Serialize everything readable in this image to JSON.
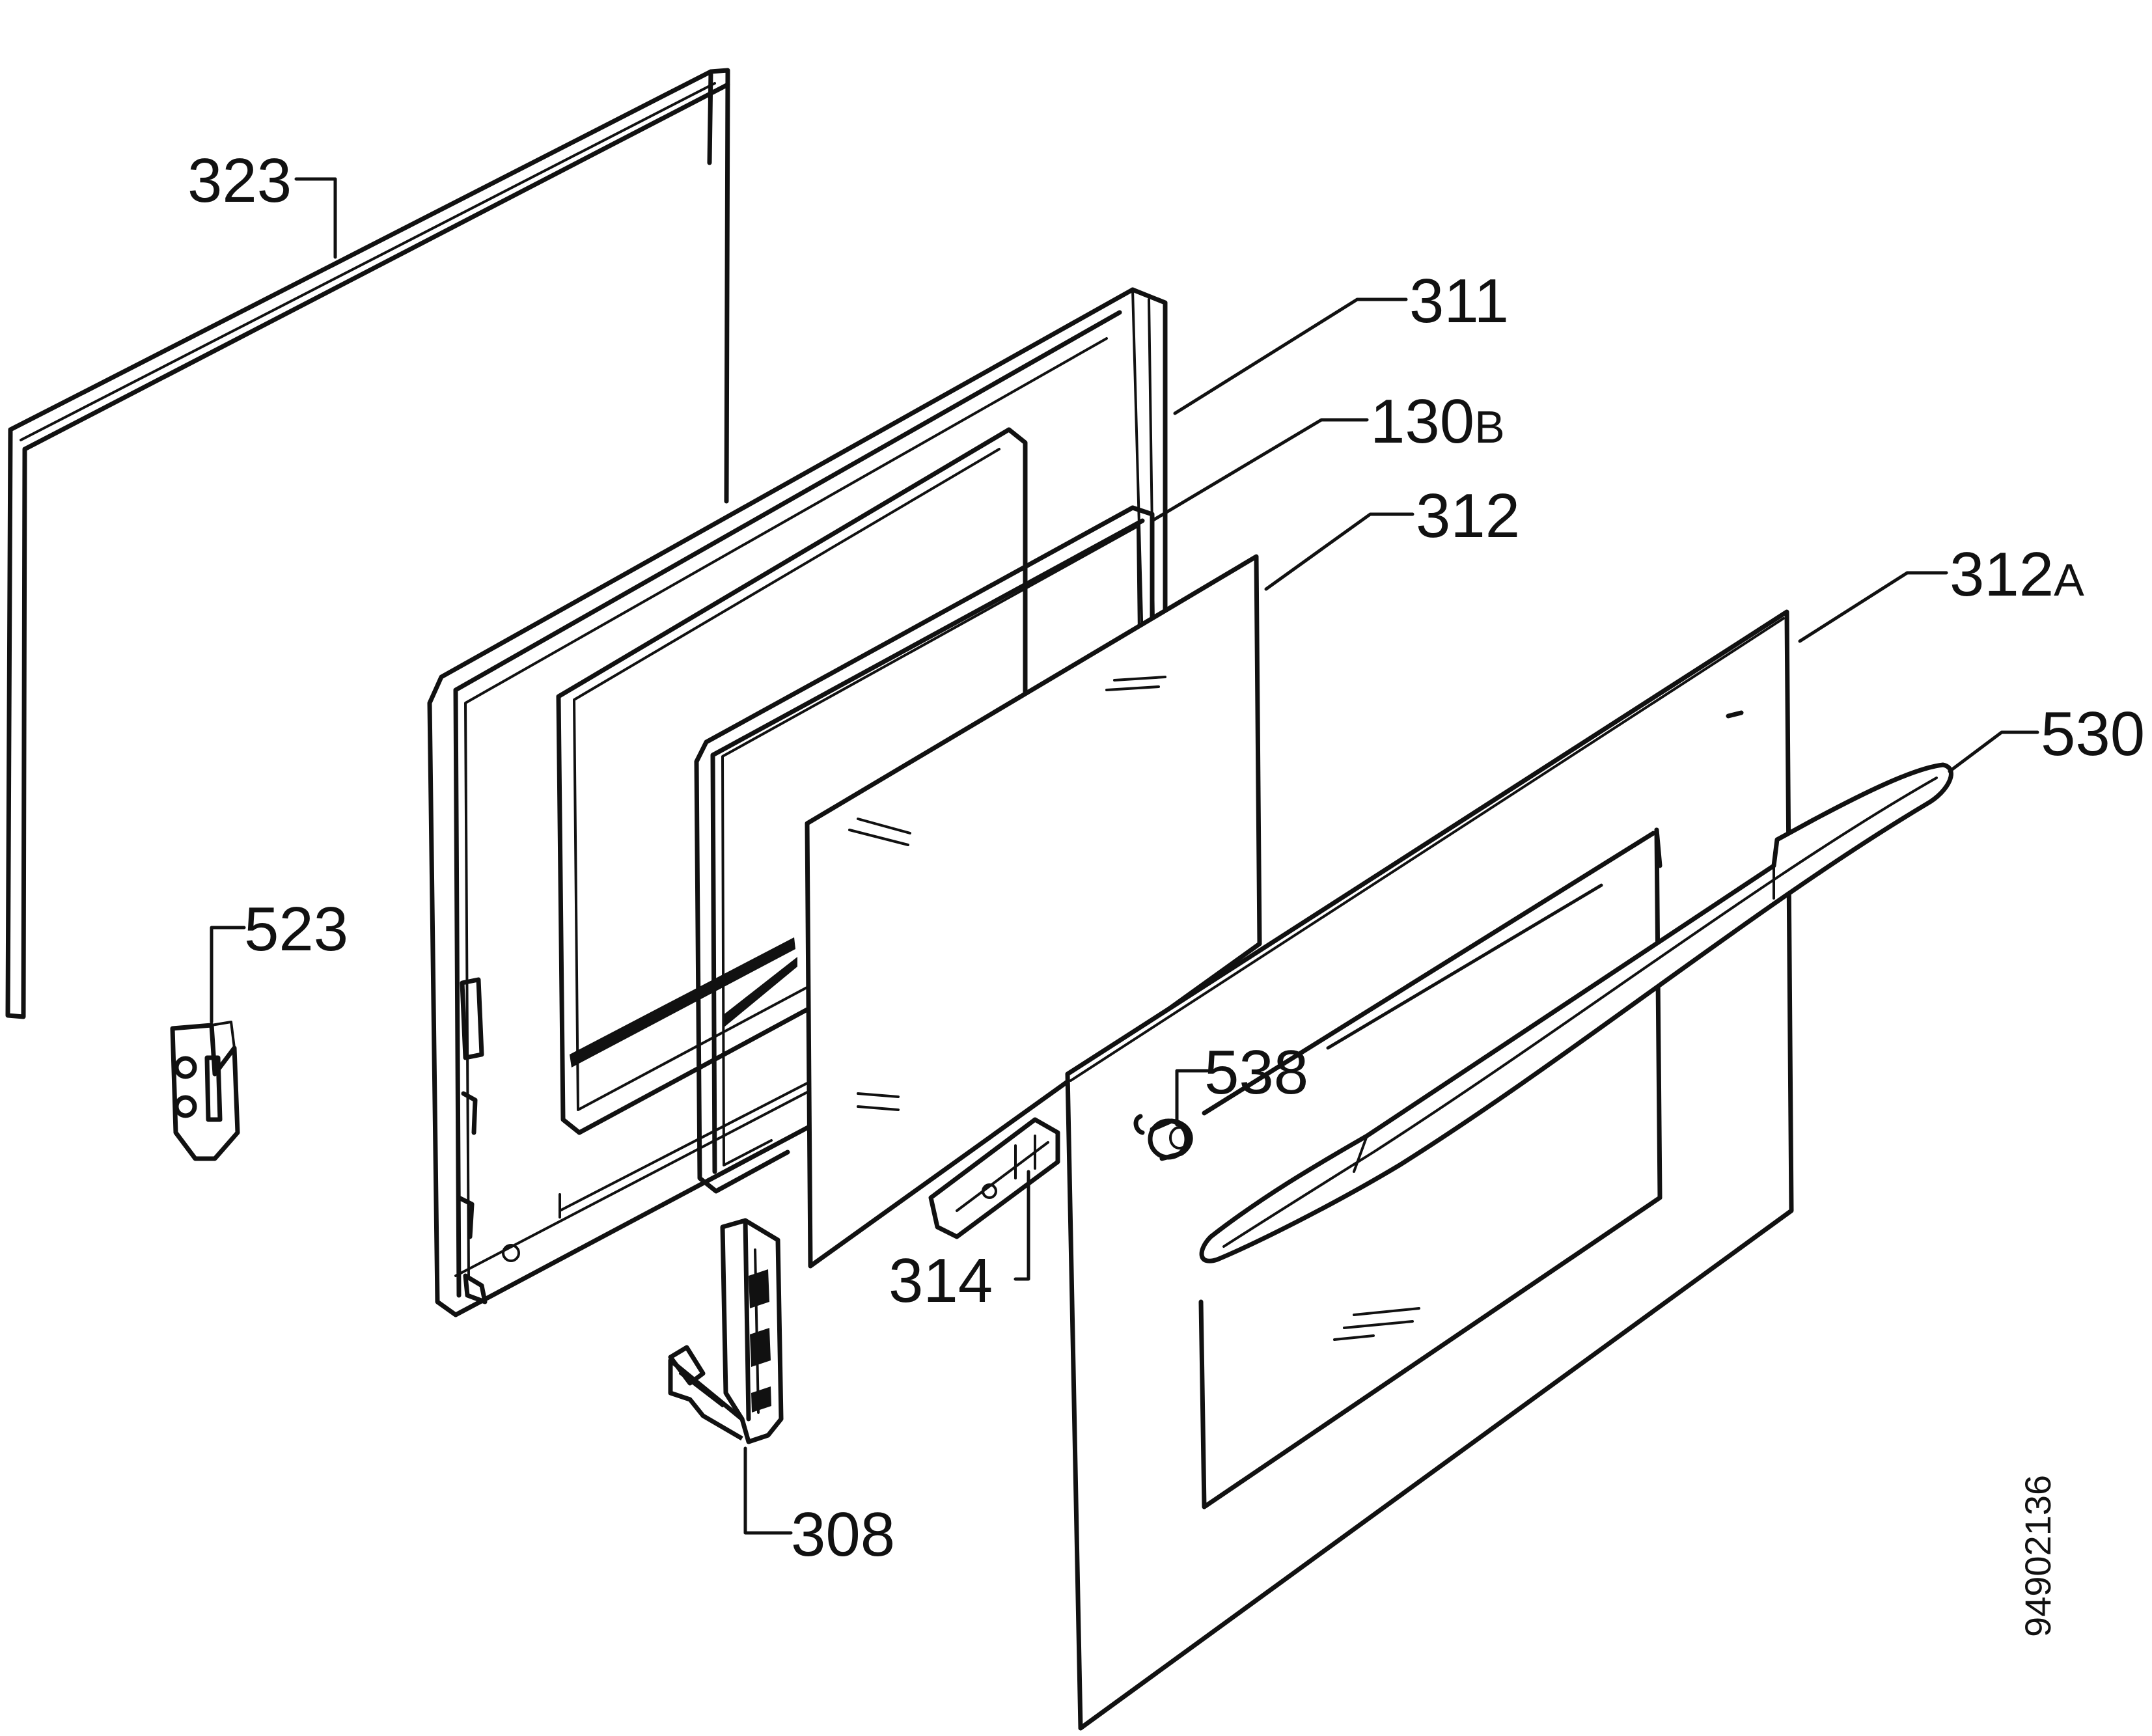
{
  "callouts": {
    "c323": "323",
    "c311": "311",
    "c130b_num": "130",
    "c130b_suffix": "B",
    "c312": "312",
    "c312a_num": "312",
    "c312a_suffix": "A",
    "c530": "530",
    "c523": "523",
    "c538": "538",
    "c314": "314",
    "c308": "308"
  },
  "document_number": "94902136"
}
